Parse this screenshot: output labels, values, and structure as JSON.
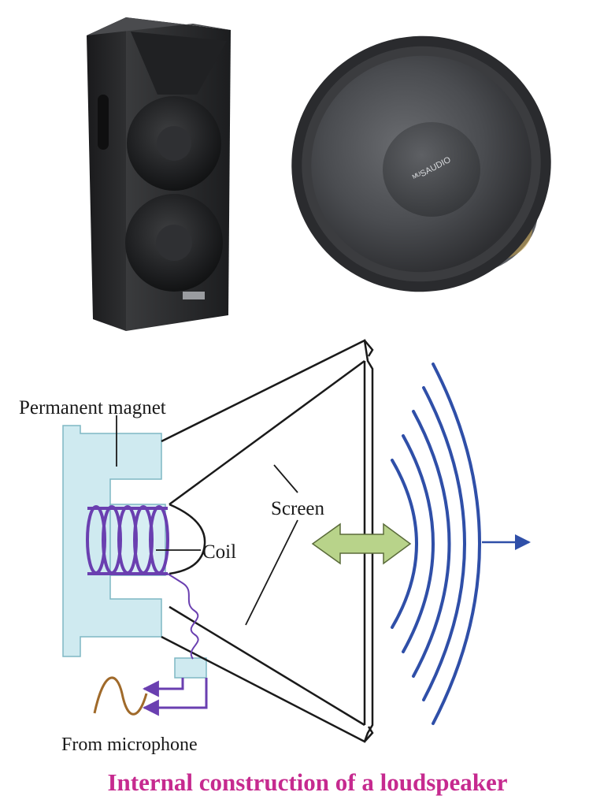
{
  "labels": {
    "permanent_magnet": "Permanent magnet",
    "screen": "Screen",
    "coil": "Coil",
    "from_microphone": "From microphone"
  },
  "product": {
    "driver_brand": "ᴹᵁSAUDIO"
  },
  "caption": "Internal construction of a loudspeaker",
  "colors": {
    "caption": "#c62a8f",
    "sound_waves": "#2f4fa8",
    "magnet_fill": "#cfeaf0",
    "coil": "#6a3fb0",
    "arrow_fill": "#b8d38a",
    "signal": "#a06a2a"
  }
}
